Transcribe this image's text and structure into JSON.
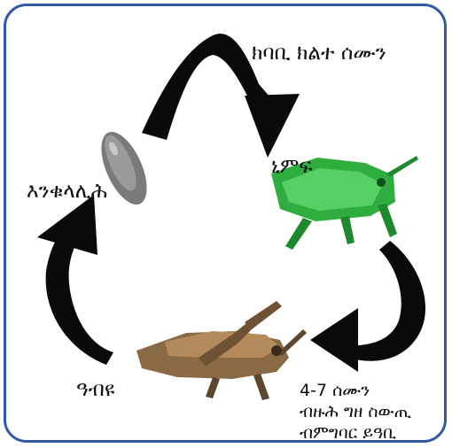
{
  "labels": {
    "top_arrow": "ክባቢ ክልተ ሰሙን",
    "nymph": "ኒምፍ",
    "egg": "እንቁላሊሕ",
    "adult": "ዓብዩ",
    "bottom_line1": "4-7 ሰሙን",
    "bottom_line2": "ብዙሕ ግዘ ስውጢ",
    "bottom_line3": "ብምግባር ይዓቢ"
  },
  "colors": {
    "border": "#2f5aa6",
    "arrow": "#0a0a0a",
    "nymph": "#2fae3f",
    "adult": "#8a6a45",
    "egg": "#7a7a7a"
  },
  "icons": [
    "egg-pod-illustration",
    "green-grasshopper-nymph-illustration",
    "brown-adult-grasshopper-illustration"
  ]
}
